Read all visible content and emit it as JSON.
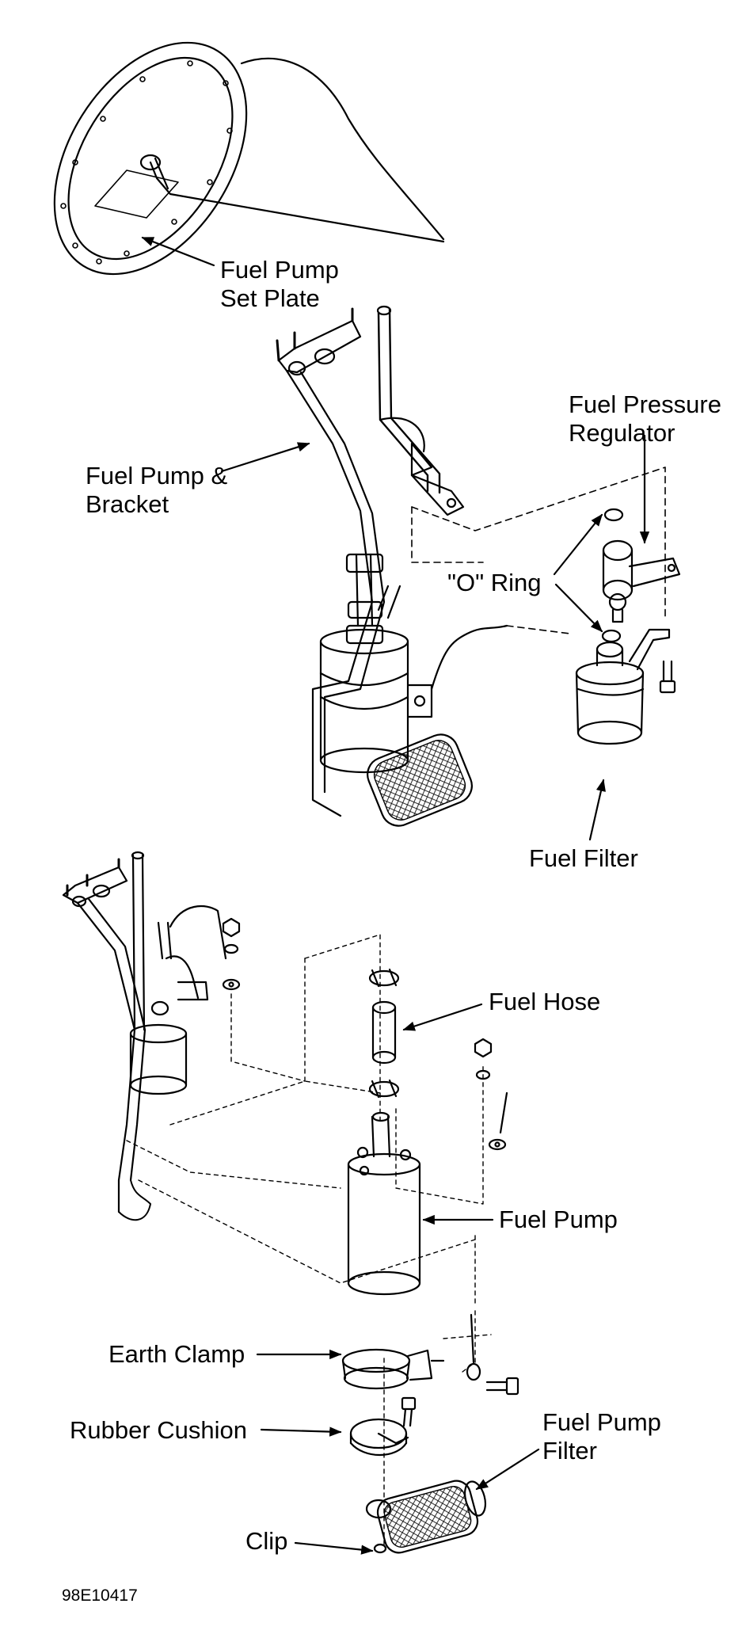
{
  "figure_id": "98E10417",
  "labels": {
    "fuel_pump_set_plate_1": "Fuel Pump",
    "fuel_pump_set_plate_2": "Set Plate",
    "fuel_pressure_regulator_1": "Fuel Pressure",
    "fuel_pressure_regulator_2": "Regulator",
    "fuel_pump_bracket_1": "Fuel Pump &",
    "fuel_pump_bracket_2": "Bracket",
    "o_ring": "\"O\" Ring",
    "fuel_filter": "Fuel Filter",
    "fuel_hose": "Fuel Hose",
    "fuel_pump": "Fuel Pump",
    "earth_clamp": "Earth Clamp",
    "rubber_cushion": "Rubber Cushion",
    "fuel_pump_filter_1": "Fuel Pump",
    "fuel_pump_filter_2": "Filter",
    "clip": "Clip"
  }
}
